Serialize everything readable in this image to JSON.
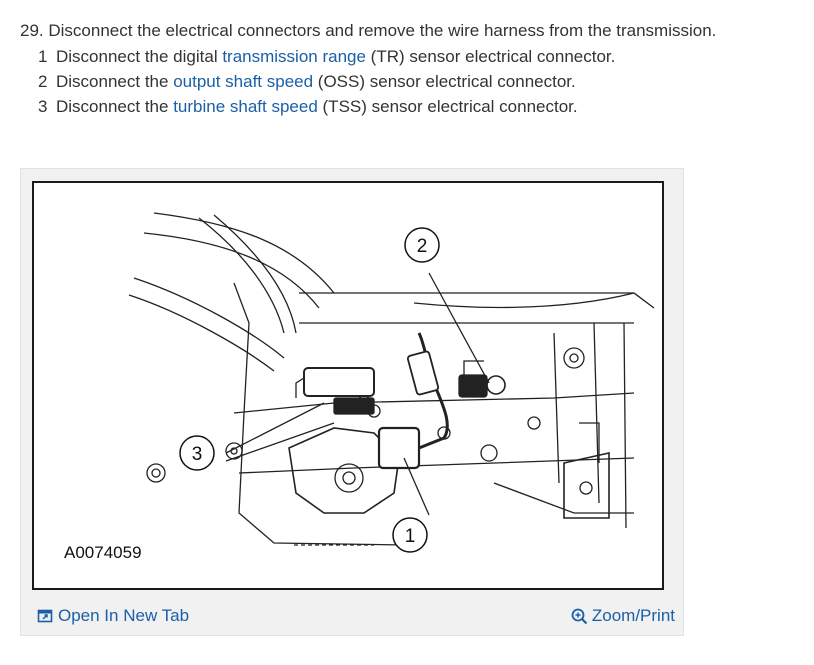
{
  "step": {
    "number": "29.",
    "text": "Disconnect the electrical connectors and remove the wire harness from the transmission."
  },
  "substeps": [
    {
      "num": "1",
      "before": "Disconnect the digital ",
      "link": "transmission range",
      "after": " (TR) sensor electrical connector."
    },
    {
      "num": "2",
      "before": "Disconnect the ",
      "link": "output shaft speed",
      "after": " (OSS) sensor electrical connector."
    },
    {
      "num": "3",
      "before": "Disconnect the ",
      "link": "turbine shaft speed",
      "after": " (TSS) sensor electrical connector."
    }
  ],
  "figure": {
    "id": "A0074059",
    "callouts": [
      "1",
      "2",
      "3"
    ]
  },
  "toolbar": {
    "open_tab_label": "Open In New Tab",
    "open_tab_icon": "open-new-tab-icon",
    "zoom_label": "Zoom/Print",
    "zoom_icon": "zoom-in-icon"
  },
  "colors": {
    "link": "#1a5fa8",
    "text": "#333333",
    "figure_bg": "#f1f1f1"
  }
}
